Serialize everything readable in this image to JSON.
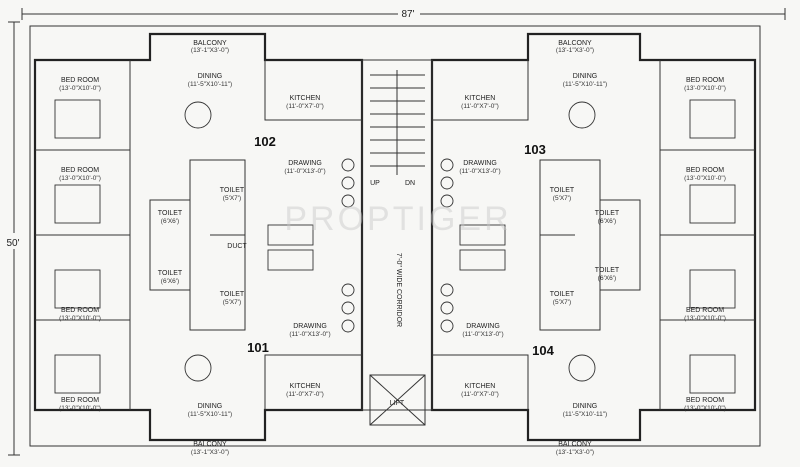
{
  "dimensions": {
    "width": "87'",
    "height": "50'"
  },
  "watermark": "PROPTIGER",
  "units": [
    "102",
    "103",
    "101",
    "104"
  ],
  "corridor": {
    "label": "7'-0\" WIDE CORRIDOR",
    "up": "UP",
    "dn": "DN",
    "lift": "LIFT",
    "duct": "DUCT"
  },
  "rooms": [
    {
      "name": "BALCONY",
      "dim": "(13'-1\"X3'-0\")"
    },
    {
      "name": "BALCONY",
      "dim": "(13'-1\"X3'-0\")"
    },
    {
      "name": "DINING",
      "dim": "(11'-5\"X10'-11\")"
    },
    {
      "name": "DINING",
      "dim": "(11'-5\"X10'-11\")"
    },
    {
      "name": "KITCHEN",
      "dim": "(11'-0\"X7'-0\")"
    },
    {
      "name": "KITCHEN",
      "dim": "(11'-0\"X7'-0\")"
    },
    {
      "name": "BED ROOM",
      "dim": "(13'-0\"X10'-0\")"
    },
    {
      "name": "BED ROOM",
      "dim": "(13'-0\"X10'-0\")"
    },
    {
      "name": "BED ROOM",
      "dim": "(13'-0\"X10'-0\")"
    },
    {
      "name": "BED ROOM",
      "dim": "(13'-0\"X10'-0\")"
    },
    {
      "name": "DRAWING",
      "dim": "(11'-0\"X13'-0\")"
    },
    {
      "name": "DRAWING",
      "dim": "(11'-0\"X13'-0\")"
    },
    {
      "name": "TOILET",
      "dim": "(5'X7')"
    },
    {
      "name": "TOILET",
      "dim": "(5'X7')"
    },
    {
      "name": "TOILET",
      "dim": "(6'X6')"
    },
    {
      "name": "TOILET",
      "dim": "(6'X6')"
    },
    {
      "name": "TOILET",
      "dim": "(6'X6')"
    },
    {
      "name": "TOILET",
      "dim": "(6'X6')"
    },
    {
      "name": "TOILET",
      "dim": "(5'X7')"
    },
    {
      "name": "TOILET",
      "dim": "(5'X7')"
    },
    {
      "name": "BED ROOM",
      "dim": "(13'-0\"X10'-0\")"
    },
    {
      "name": "BED ROOM",
      "dim": "(13'-0\"X10'-0\")"
    },
    {
      "name": "BED ROOM",
      "dim": "(13'-0\"X10'-0\")"
    },
    {
      "name": "BED ROOM",
      "dim": "(13'-0\"X10'-0\")"
    },
    {
      "name": "DRAWING",
      "dim": "(11'-0\"X13'-0\")"
    },
    {
      "name": "DRAWING",
      "dim": "(11'-0\"X13'-0\")"
    },
    {
      "name": "KITCHEN",
      "dim": "(11'-0\"X7'-0\")"
    },
    {
      "name": "KITCHEN",
      "dim": "(11'-0\"X7'-0\")"
    },
    {
      "name": "DINING",
      "dim": "(11'-5\"X10'-11\")"
    },
    {
      "name": "DINING",
      "dim": "(11'-5\"X10'-11\")"
    },
    {
      "name": "BALCONY",
      "dim": "(13'-1\"X3'-0\")"
    },
    {
      "name": "BALCONY",
      "dim": "(13'-1\"X3'-0\")"
    }
  ]
}
